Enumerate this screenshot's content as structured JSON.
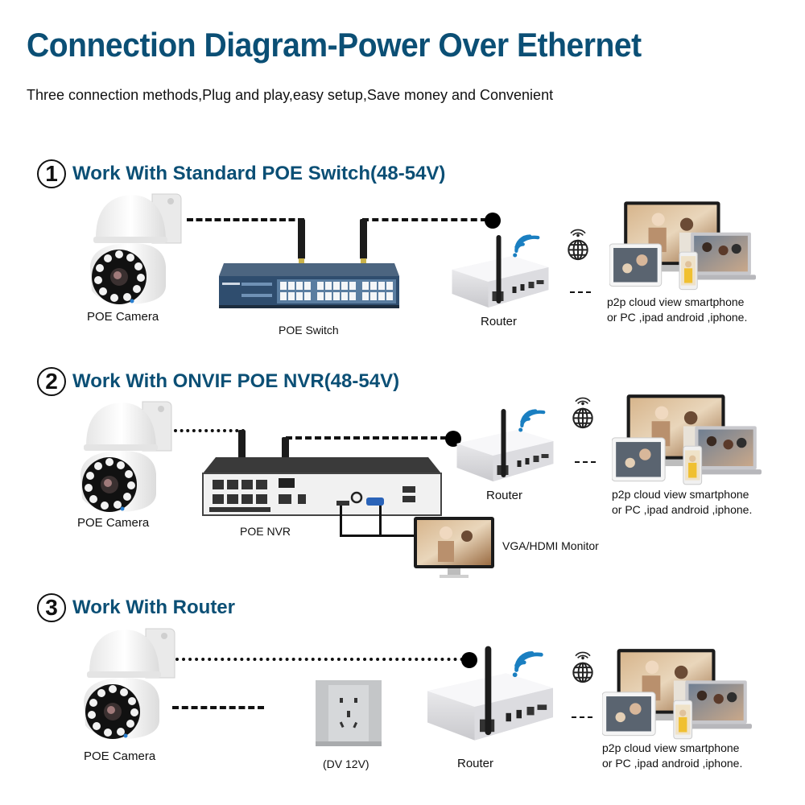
{
  "header": {
    "title": "Connection Diagram-Power Over Ethernet",
    "subtitle": "Three connection methods,Plug and play,easy setup,Save money and Convenient"
  },
  "colors": {
    "heading": "#0b4f75",
    "wifi": "#1a7fc1",
    "switch_body": "#3b5a78",
    "nvr_body": "#2b2b2b"
  },
  "sections": [
    {
      "number": "1",
      "title": "Work With Standard POE Switch(48-54V)",
      "camera_label": "POE Camera",
      "middle_label": "POE Switch",
      "router_label": "Router",
      "view_line1": "p2p cloud view smartphone",
      "view_line2": "or PC ,ipad android ,iphone."
    },
    {
      "number": "2",
      "title": "Work With ONVIF POE NVR(48-54V)",
      "camera_label": "POE Camera",
      "middle_label": "POE NVR",
      "router_label": "Router",
      "monitor_label": "VGA/HDMI Monitor",
      "view_line1": "p2p cloud view smartphone",
      "view_line2": "or PC ,ipad android ,iphone."
    },
    {
      "number": "3",
      "title": "Work With Router",
      "camera_label": "POE Camera",
      "middle_label": "(DV 12V)",
      "router_label": "Router",
      "view_line1": "p2p cloud view smartphone",
      "view_line2": "or PC ,ipad android ,iphone."
    }
  ],
  "icons": {
    "camera": "ptz-camera-icon",
    "switch": "poe-switch-icon",
    "nvr": "nvr-icon",
    "router": "router-icon",
    "wifi": "wifi-icon",
    "globe": "globe-antenna-icon",
    "devices": "devices-collage-icon",
    "monitor": "monitor-icon",
    "outlet": "power-outlet-icon"
  }
}
